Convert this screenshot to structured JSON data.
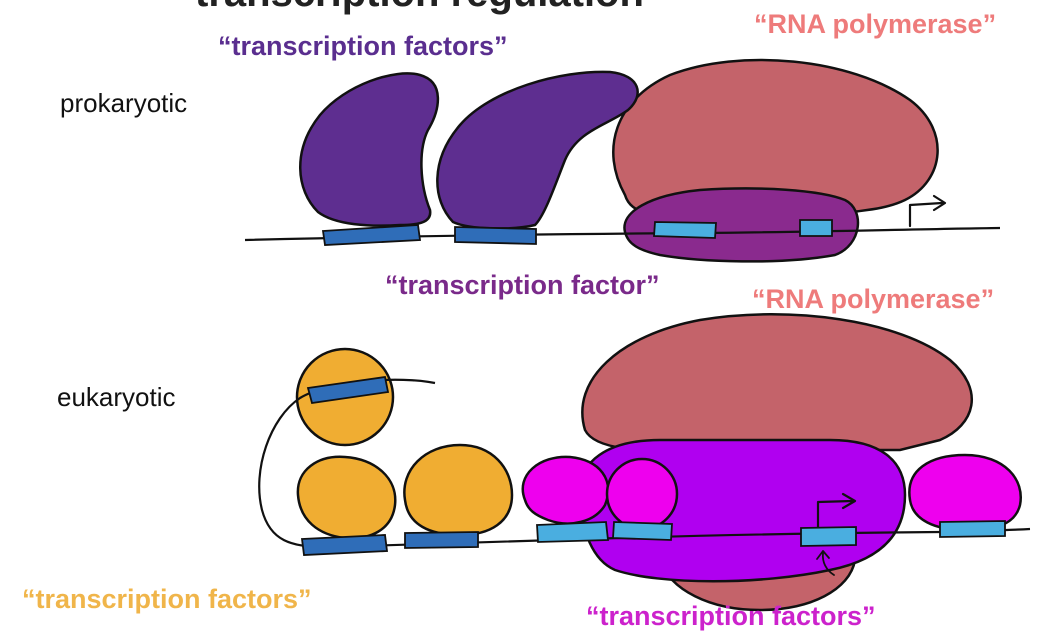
{
  "colors": {
    "prok_tf": "#5e2e90",
    "prok_sigma": "#8a2a8e",
    "rnap": "#c4636a",
    "euk_tf_orange": "#f0ad32",
    "euk_tf_magenta": "#ee00ee",
    "euk_tf_magenta_big": "#b000f0",
    "dna_box_dark": "#2f6db8",
    "dna_box_light": "#4aaee0",
    "label_purple": "#5a2e8f",
    "label_rnap": "#ee7b7b",
    "label_sigma": "#7a2a8a",
    "label_orange": "#f0b54a",
    "label_magenta": "#cc22cc"
  },
  "header_fragment": "transcription regulation",
  "prokaryotic": {
    "row_label": "prokaryotic",
    "tf_label": "“transcription factors”",
    "rnap_label": "“RNA polymerase”",
    "sigma_label": "“transcription factor”"
  },
  "eukaryotic": {
    "row_label": "eukaryotic",
    "rnap_label": "“RNA polymerase”",
    "tf_orange_label": "“transcription factors”",
    "tf_magenta_label": "“transcription factors”"
  }
}
